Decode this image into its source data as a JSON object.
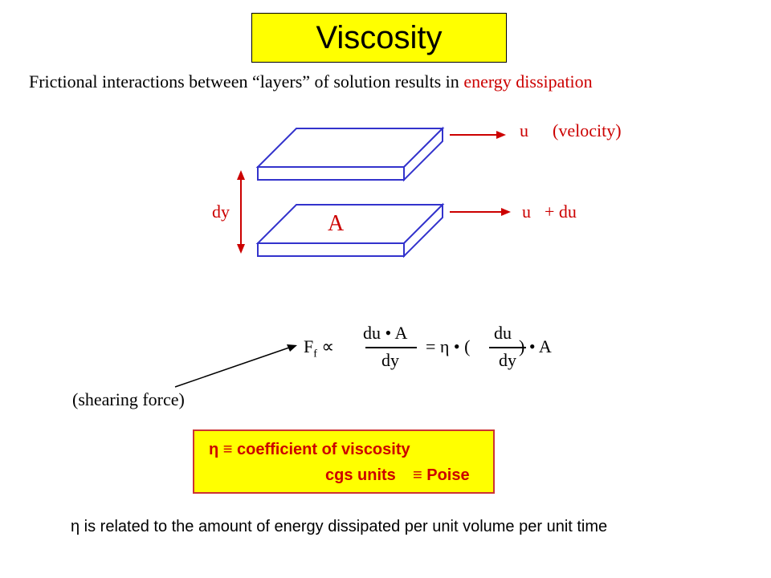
{
  "title": "Viscosity",
  "subtitle": {
    "prefix": "Frictional interactions between “layers” of solution results in ",
    "highlight": "energy dissipation"
  },
  "diagram": {
    "top_velocity_symbol": "u",
    "top_velocity_desc": "(velocity)",
    "bottom_velocity_symbol": "u",
    "bottom_velocity_rest": "+ du",
    "gap_label": "dy",
    "area_label": "A"
  },
  "formula": {
    "F": "F",
    "f_sub": "f",
    "proportional": "∝",
    "num1": "du • A",
    "den1": "dy",
    "equals_eta": "= η • (",
    "num2": "du",
    "den2": "dy",
    "tail": ") • A"
  },
  "shearing_label": "(shearing force)",
  "definition": {
    "line1": "η  ≡ coefficient of viscosity",
    "line2_label": "cgs units",
    "line2_value": "≡ Poise"
  },
  "note": "η  is related to the amount of energy dissipated per unit volume per unit time",
  "colors": {
    "plate_outline": "#3333cc",
    "accent_red": "#cc0000",
    "highlight_yellow": "#ffff00"
  }
}
